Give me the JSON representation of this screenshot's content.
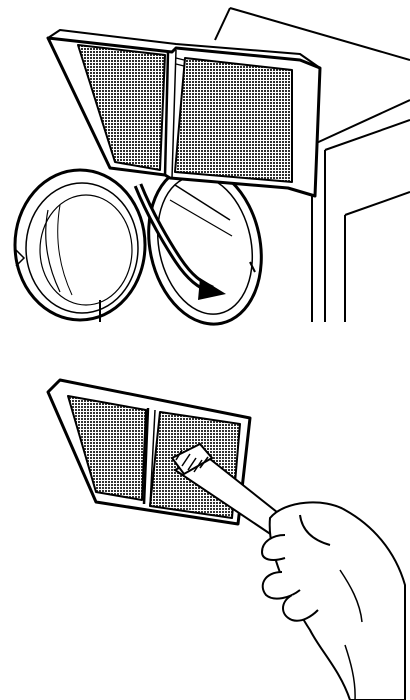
{
  "figure": {
    "panels": [
      {
        "id": "remove-filter",
        "icon": "filter-removal-illustration"
      },
      {
        "id": "clean-filter",
        "icon": "filter-cleaning-illustration"
      }
    ],
    "colors": {
      "ink": "#000000",
      "paper": "#ffffff",
      "mesh": "#3a3a3a"
    }
  }
}
